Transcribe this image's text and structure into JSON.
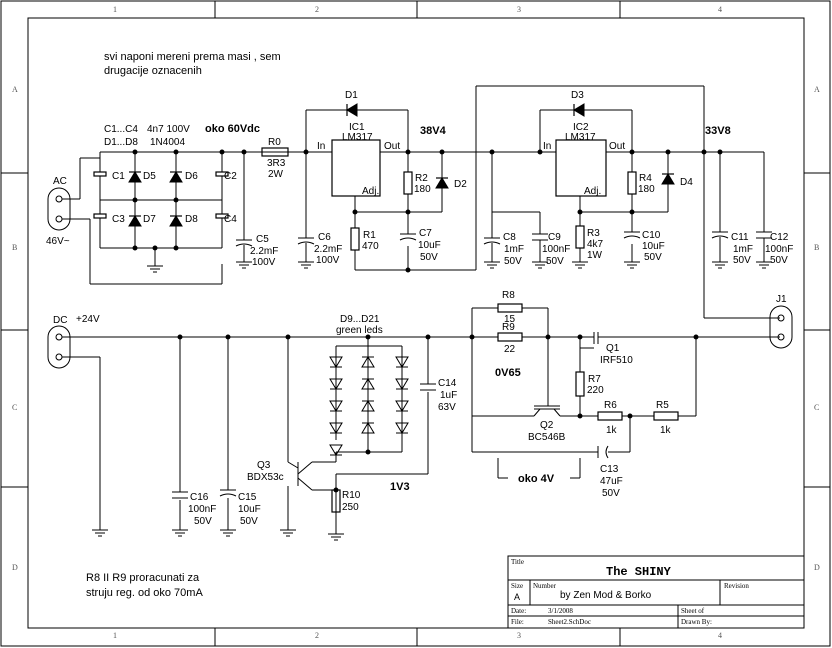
{
  "frame": {
    "columns": [
      "1",
      "2",
      "3",
      "4"
    ],
    "rows": [
      "A",
      "B",
      "C",
      "D"
    ]
  },
  "notes": {
    "line1": "svi naponi mereni prema masi , sem",
    "line2": "drugacije oznacenih",
    "r8r9_line1": "R8 II R9 proracunati za",
    "r8r9_line2": "struju reg. od oko 70mA"
  },
  "connectors": {
    "ac_label": "AC",
    "ac_voltage": "46V~",
    "dc_label": "DC",
    "dc_voltage": "+24V",
    "j1_label": "J1"
  },
  "bridge": {
    "caps_label": "C1...C4",
    "caps_value": "4n7 100V",
    "diodes_label": "D1...D8",
    "diodes_value": "1N4004",
    "voltage": "oko 60Vdc",
    "c1": "C1",
    "c2": "C2",
    "c3": "C3",
    "c4": "C4",
    "d5": "D5",
    "d6": "D6",
    "d7": "D7",
    "d8": "D8"
  },
  "stage1": {
    "r0": "R0",
    "r0_val": "3R3",
    "r0_pow": "2W",
    "c5": "C5",
    "c5_val": "2.2mF",
    "c5_v": "100V",
    "c6": "C6",
    "c6_val": "2.2mF",
    "c6_v": "100V",
    "d1": "D1",
    "ic1": "IC1",
    "ic1_type": "LM317",
    "pin_in": "In",
    "pin_out": "Out",
    "pin_adj": "Adj.",
    "r1": "R1",
    "r1_val": "470",
    "r2": "R2",
    "r2_val": "180",
    "c7": "C7",
    "c7_val": "10uF",
    "c7_v": "50V",
    "d2": "D2",
    "voltage": "38V4"
  },
  "stage2": {
    "d3": "D3",
    "ic2": "IC2",
    "ic2_type": "LM317",
    "c8": "C8",
    "c8_val": "1mF",
    "c8_v": "50V",
    "c9": "C9",
    "c9_val": "100nF",
    "c9_v": "50V",
    "r3": "R3",
    "r3_val": "4k7",
    "r3_pow": "1W",
    "r4": "R4",
    "r4_val": "180",
    "c10": "C10",
    "c10_val": "10uF",
    "c10_v": "50V",
    "d4": "D4",
    "voltage": "33V8",
    "c11": "C11",
    "c11_val": "1mF",
    "c11_v": "50V",
    "c12": "C12",
    "c12_val": "100nF",
    "c12_v": "50V"
  },
  "leds": {
    "label": "D9...D21",
    "desc": "green leds",
    "c14": "C14",
    "c14_val": "1uF",
    "c14_v": "63V",
    "q3": "Q3",
    "q3_type": "BDX53c",
    "r10": "R10",
    "r10_val": "250",
    "v_1v3": "1V3",
    "c15": "C15",
    "c15_val": "10uF",
    "c15_v": "50V",
    "c16": "C16",
    "c16_val": "100nF",
    "c16_v": "50V"
  },
  "regulator": {
    "r8": "R8",
    "r8_val": "15",
    "r9": "R9",
    "r9_val": "22",
    "v_0v65": "0V65",
    "q1": "Q1",
    "q1_type": "IRF510",
    "r7": "R7",
    "r7_val": "220",
    "q2": "Q2",
    "q2_type": "BC546B",
    "r6": "R6",
    "r6_val": "1k",
    "r5": "R5",
    "r5_val": "1k",
    "c13": "C13",
    "c13_val": "47uF",
    "c13_v": "50V",
    "v_4v": "oko 4V"
  },
  "titleblock": {
    "title_label": "Title",
    "title": "The SHINY",
    "size_label": "Size",
    "size": "A",
    "number_label": "Number",
    "number": "by Zen Mod & Borko",
    "revision_label": "Revision",
    "date_label": "Date:",
    "date": "3/1/2008",
    "file_label": "File:",
    "file": "Sheet2.SchDoc",
    "sheet_label": "Sheet   of",
    "drawn_label": "Drawn By:"
  }
}
